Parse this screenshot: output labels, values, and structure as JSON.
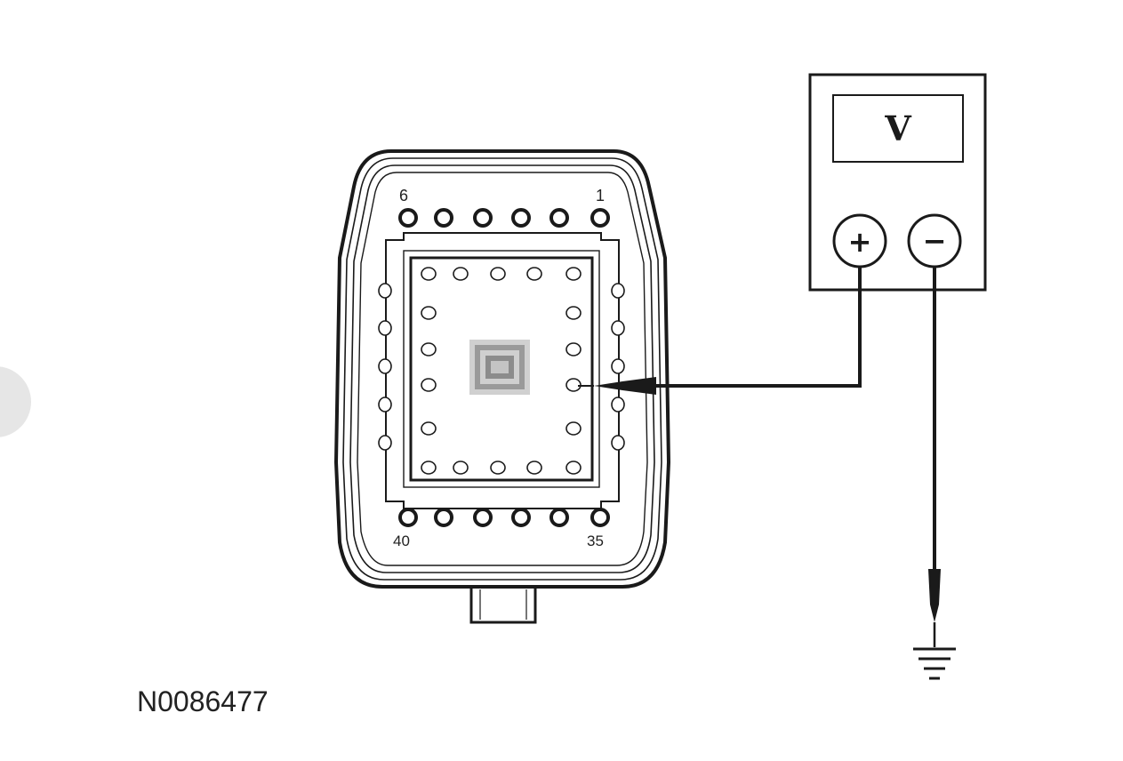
{
  "figure_id": "N0086477",
  "connector": {
    "pin_labels": {
      "top_left": "6",
      "top_right": "1",
      "bottom_left": "40",
      "bottom_right": "35"
    }
  },
  "meter": {
    "display": "V",
    "positive_terminal": "+",
    "negative_terminal": "−"
  },
  "colors": {
    "line": "#1a1a1a",
    "background": "#ffffff",
    "edge_tab": "#e6e6e6"
  }
}
